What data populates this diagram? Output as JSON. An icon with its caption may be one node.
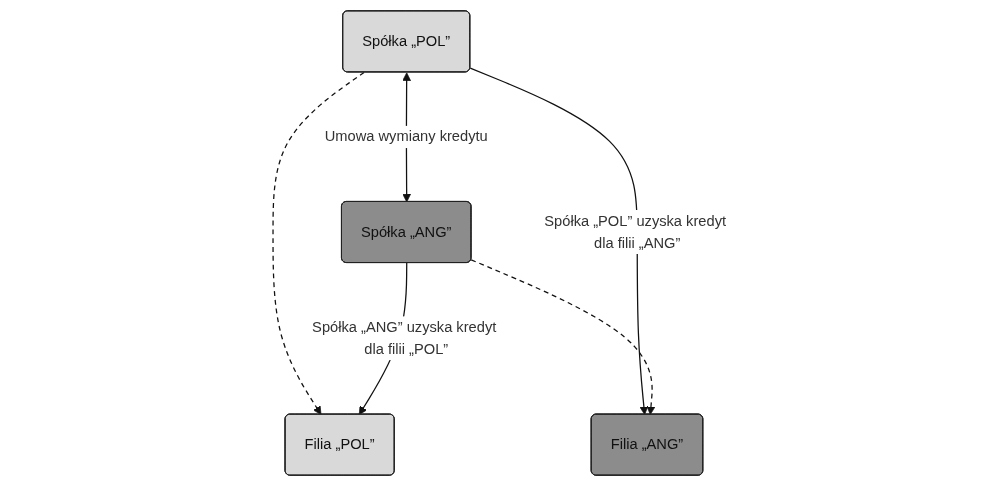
{
  "diagram": {
    "nodes": [
      {
        "text": [
          "Spółka „POL”"
        ]
      },
      {
        "text": [
          "Spółka „ANG”"
        ]
      },
      {
        "text": [
          "Filia „ANG”"
        ]
      },
      {
        "text": [
          "Filia „POL”"
        ]
      }
    ],
    "edges": [
      {
        "from": 0,
        "to": 1,
        "arrow": "both",
        "label": "Umowa wymiany kredytu"
      },
      {
        "from": 0,
        "to": 2,
        "arrow": "to",
        "label": "Spółka „POL” uzyska kredyt dla filii „ANG”"
      },
      {
        "from": 0,
        "to": 3,
        "arrow": "to",
        "style": "dashed"
      },
      {
        "from": 1,
        "to": 3,
        "arrow": "to",
        "label": "Spółka „ANG” uzyska kredyt dla filii „POL”"
      },
      {
        "from": 1,
        "to": 2,
        "arrow": "to",
        "style": "dashed"
      }
    ]
  }
}
